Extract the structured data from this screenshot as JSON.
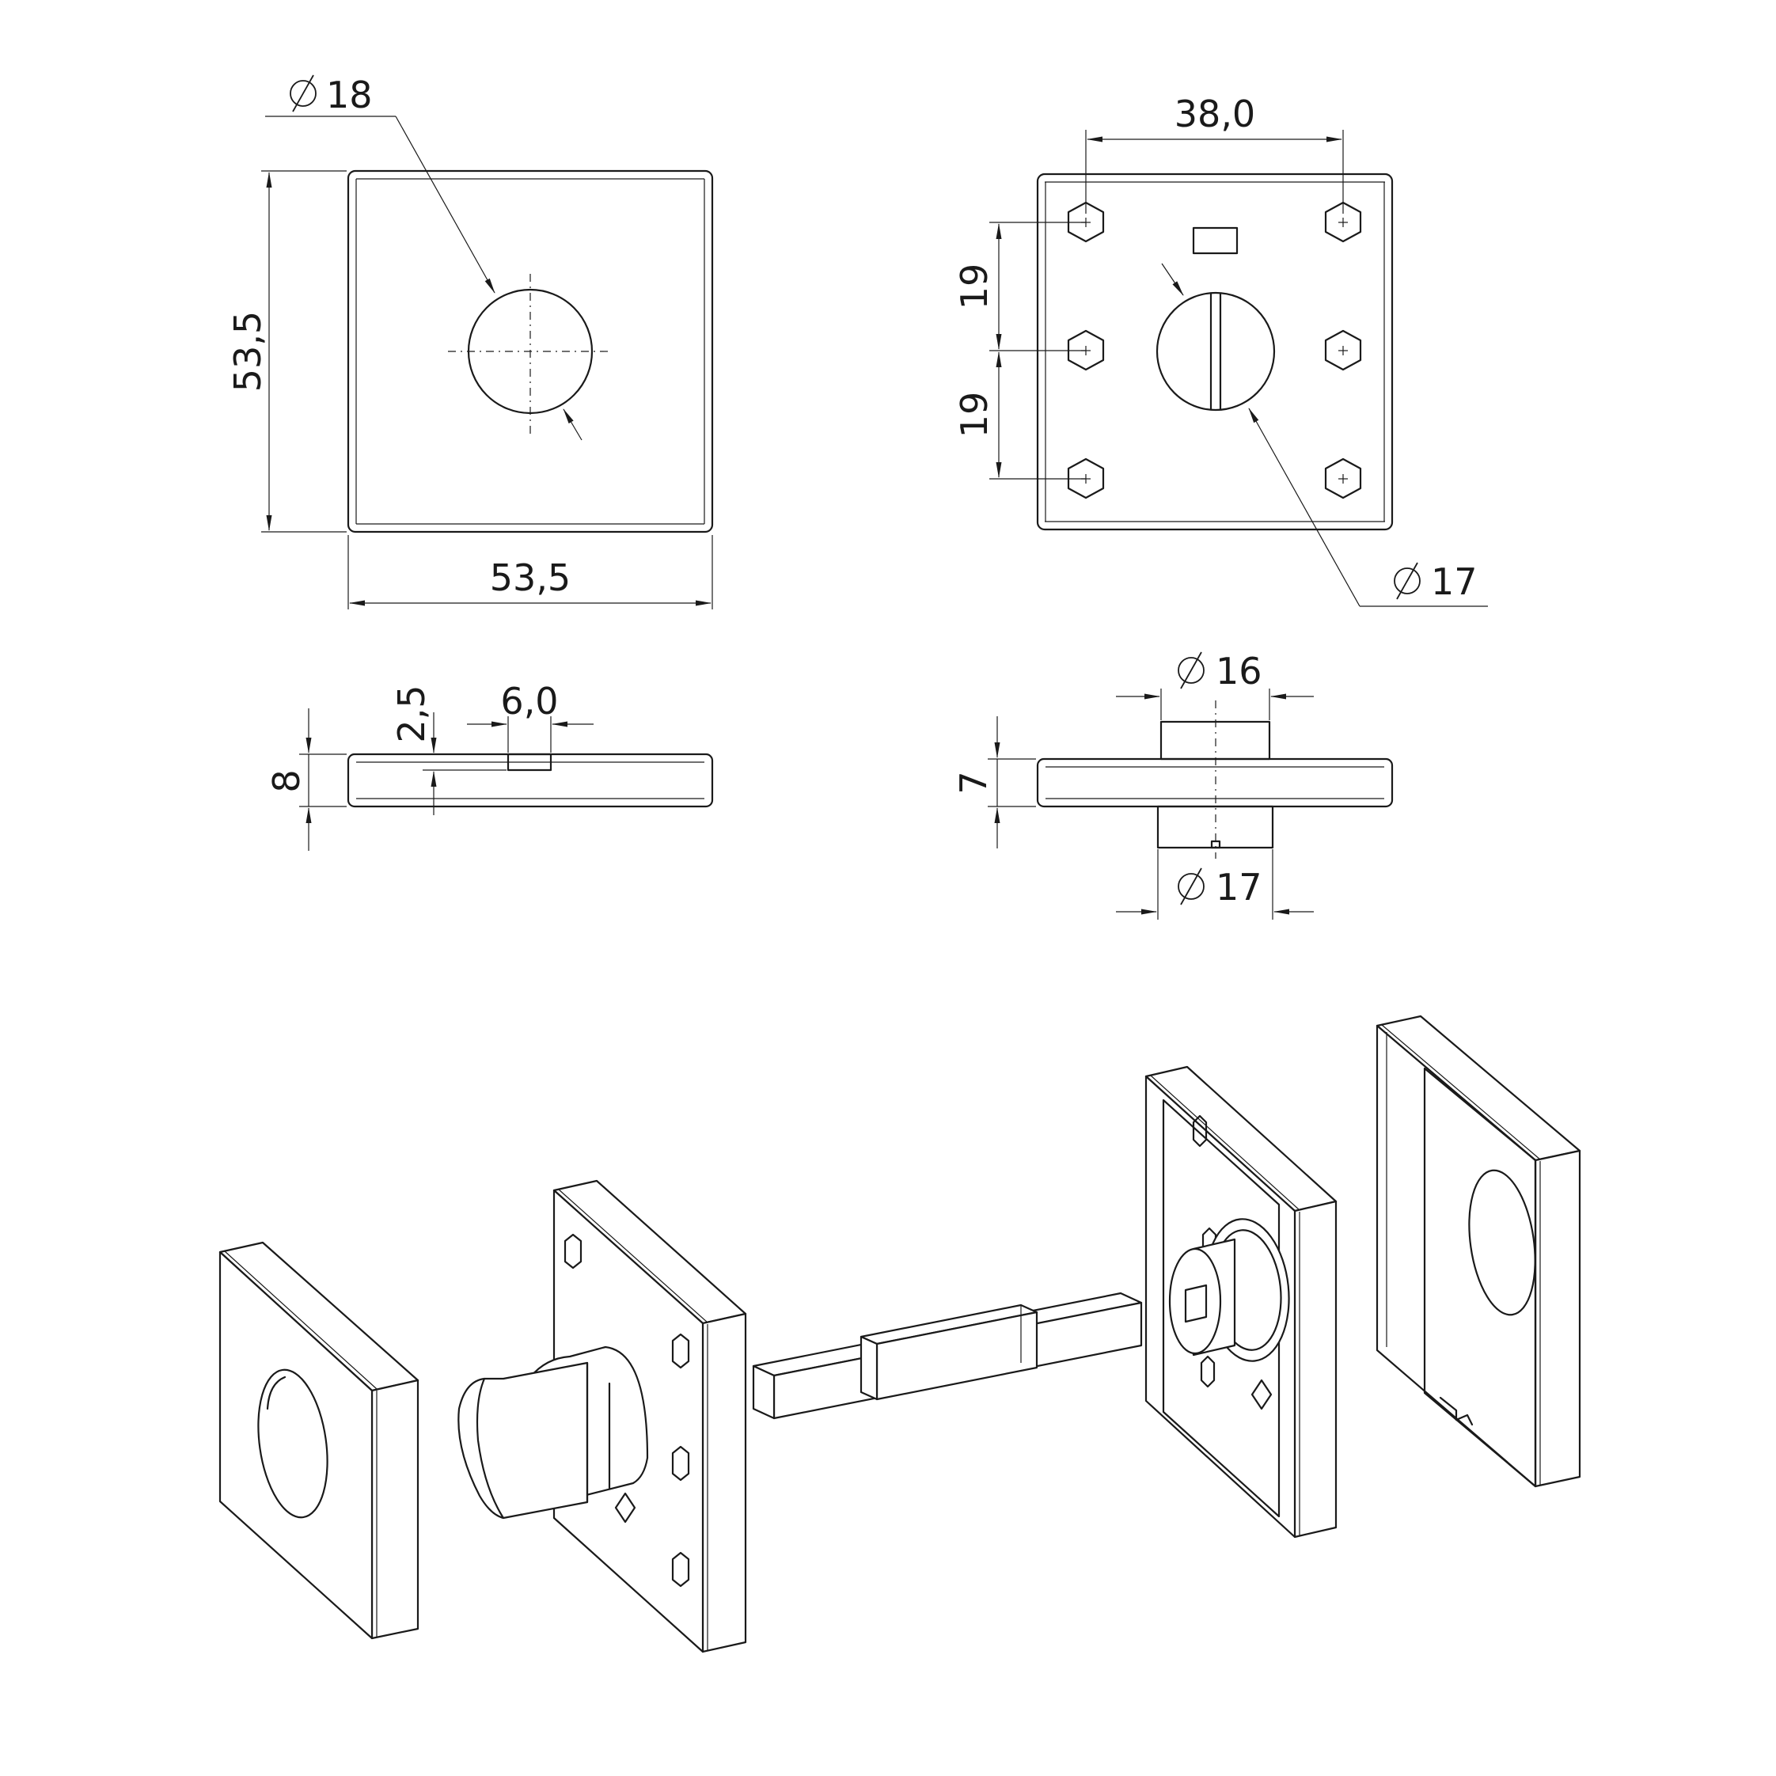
{
  "dimensions": {
    "front_dia": "18",
    "front_height": "53,5",
    "front_width": "53,5",
    "back_width": "38,0",
    "back_pitch_upper": "19",
    "back_pitch_lower": "19",
    "back_dia": "17",
    "side_thickness": "8",
    "side_slot_depth": "2,5",
    "side_slot_width": "6,0",
    "hub_top_dia": "16",
    "hub_thickness": "7",
    "hub_bottom_dia": "17"
  }
}
